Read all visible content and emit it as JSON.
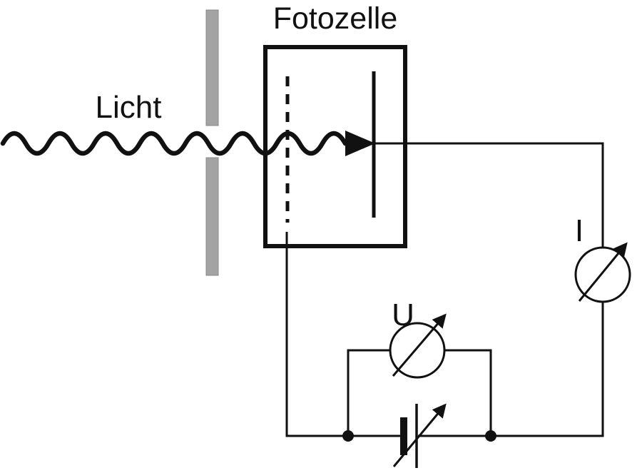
{
  "diagram": {
    "title": "Fotozelle",
    "light_label": "Licht",
    "voltmeter_label": "U",
    "ammeter_label": "I",
    "colors": {
      "line": "#111111",
      "slit": "#a3a3a3",
      "background": "#ffffff"
    }
  }
}
